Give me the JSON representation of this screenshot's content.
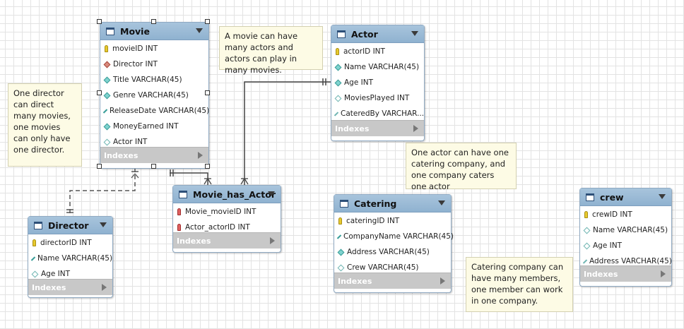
{
  "tables": {
    "movie": {
      "name": "Movie",
      "columns": [
        {
          "text": "movieID INT",
          "icon": "primary-key-icon"
        },
        {
          "text": "Director INT",
          "icon": "foreign-key-diamond-icon"
        },
        {
          "text": "Title VARCHAR(45)",
          "icon": "column-diamond-icon"
        },
        {
          "text": "Genre VARCHAR(45)",
          "icon": "column-diamond-icon"
        },
        {
          "text": "ReleaseDate VARCHAR(45)",
          "icon": "column-diamond-icon"
        },
        {
          "text": "MoneyEarned INT",
          "icon": "column-diamond-icon"
        },
        {
          "text": "Actor INT",
          "icon": "nullable-column-diamond-icon"
        }
      ],
      "indexes_label": "Indexes"
    },
    "director": {
      "name": "Director",
      "columns": [
        {
          "text": "directorID INT",
          "icon": "primary-key-icon"
        },
        {
          "text": "Name VARCHAR(45)",
          "icon": "column-diamond-icon"
        },
        {
          "text": "Age INT",
          "icon": "nullable-column-diamond-icon"
        }
      ],
      "indexes_label": "Indexes"
    },
    "movie_has_actor": {
      "name": "Movie_has_Actor",
      "columns": [
        {
          "text": "Movie_movieID INT",
          "icon": "foreign-primary-key-icon"
        },
        {
          "text": "Actor_actorID INT",
          "icon": "foreign-primary-key-icon"
        }
      ],
      "indexes_label": "Indexes"
    },
    "actor": {
      "name": "Actor",
      "columns": [
        {
          "text": "actorID INT",
          "icon": "primary-key-icon"
        },
        {
          "text": "Name VARCHAR(45)",
          "icon": "column-diamond-icon"
        },
        {
          "text": "Age INT",
          "icon": "column-diamond-icon"
        },
        {
          "text": "MoviesPlayed INT",
          "icon": "nullable-column-diamond-icon"
        },
        {
          "text": "CateredBy VARCHAR...",
          "icon": "nullable-column-diamond-icon"
        }
      ],
      "indexes_label": "Indexes"
    },
    "catering": {
      "name": "Catering",
      "columns": [
        {
          "text": "cateringID INT",
          "icon": "primary-key-icon"
        },
        {
          "text": "CompanyName VARCHAR(45)",
          "icon": "column-diamond-icon"
        },
        {
          "text": "Address VARCHAR(45)",
          "icon": "column-diamond-icon"
        },
        {
          "text": "Crew VARCHAR(45)",
          "icon": "nullable-column-diamond-icon"
        }
      ],
      "indexes_label": "Indexes"
    },
    "crew": {
      "name": "crew",
      "columns": [
        {
          "text": "crewID INT",
          "icon": "primary-key-icon"
        },
        {
          "text": "Name VARCHAR(45)",
          "icon": "nullable-column-diamond-icon"
        },
        {
          "text": "Age INT",
          "icon": "nullable-column-diamond-icon"
        },
        {
          "text": "Address VARCHAR(45)",
          "icon": "nullable-column-diamond-icon"
        }
      ],
      "indexes_label": "Indexes"
    }
  },
  "notes": {
    "director_note": "One director can direct many movies, one movies can only have one director.",
    "movie_actor_note": "A movie can have many actors and actors can play in many movies.",
    "actor_catering_note": "One actor can have one catering company, and one company caters one actor",
    "catering_crew_note": "Catering company can have many members, one member can work in one company."
  },
  "colors": {
    "header": "#9dbcd8",
    "indexes_bar": "#c8c8c8",
    "note_bg": "#fdfbe5",
    "primary_key": "#e7c92e",
    "column_icon": "#7fd3cf"
  }
}
